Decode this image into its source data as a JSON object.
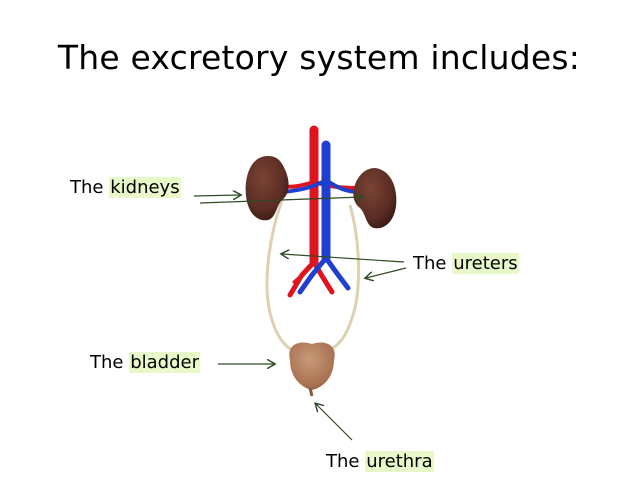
{
  "slide": {
    "title": "The excretory system includes:"
  },
  "labels": {
    "kidneys": {
      "prefix": "The",
      "term": "kidneys"
    },
    "ureters": {
      "prefix": "The",
      "term": "ureters"
    },
    "bladder": {
      "prefix": "The",
      "term": "bladder"
    },
    "urethra": {
      "prefix": "The",
      "term": "urethra"
    }
  },
  "colors": {
    "highlight": "#e8f8c8",
    "artery": "#e0141e",
    "vein": "#1f3fcf",
    "kidney": "#5a2c24",
    "bladder": "#b07a5a",
    "ureter": "#e6dcc0",
    "arrow": "#3a5a2a"
  }
}
